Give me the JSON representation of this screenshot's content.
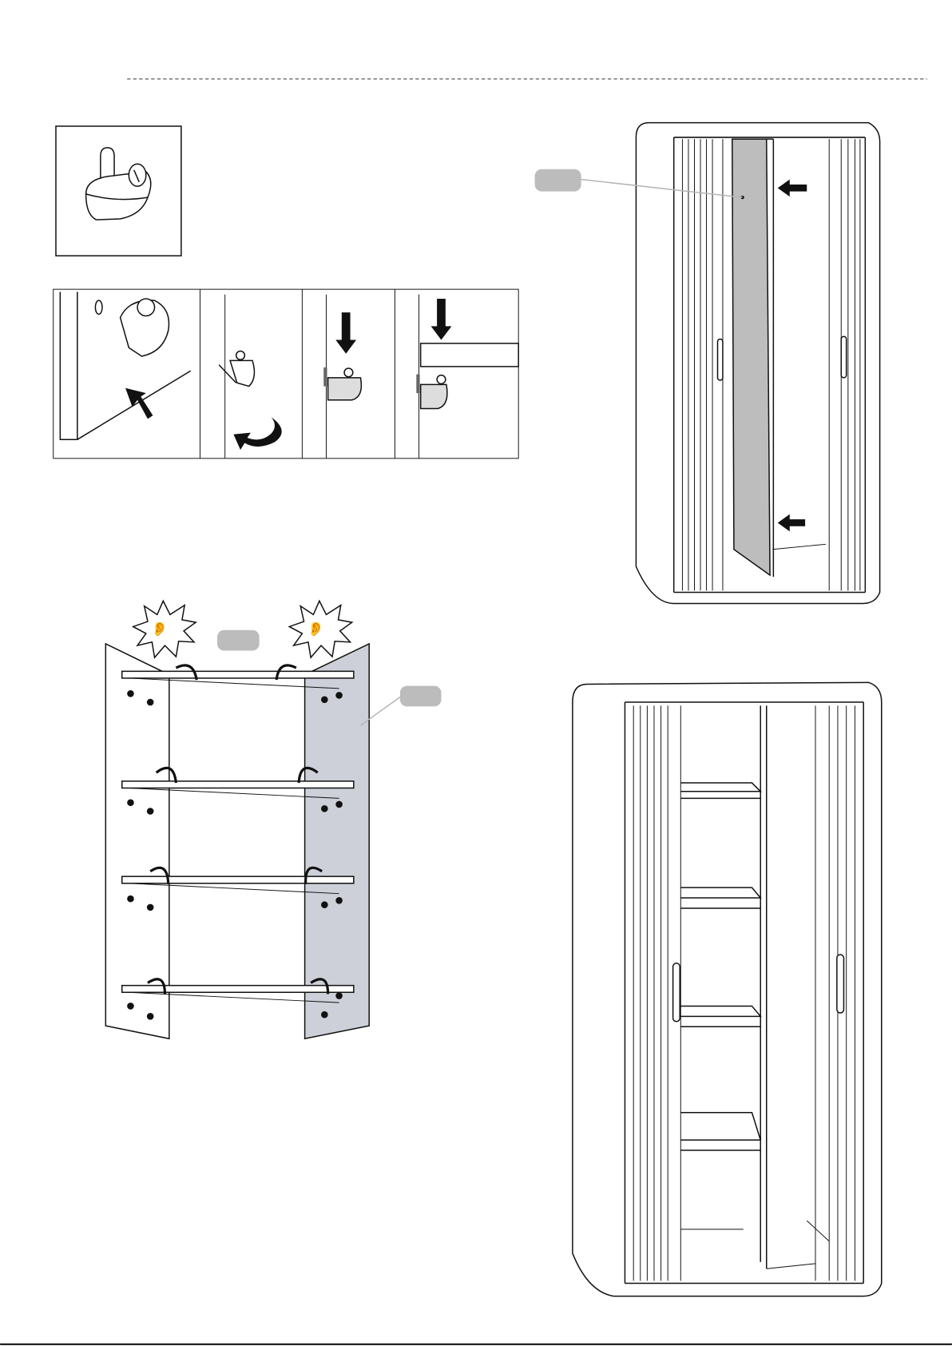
{
  "page": {
    "colors": {
      "line": "#111111",
      "callout_pill": "#bcbcbc",
      "panel_gray": "#bdbdbd",
      "panel_blue_gray": "#cdd0d8",
      "leader_line": "#b5b5b5"
    },
    "figures": [
      {
        "id": "hook-detail",
        "icon": "shelf-hook-icon"
      },
      {
        "id": "hook-install-steps",
        "steps": 4
      },
      {
        "id": "divider-panel-insert",
        "callout": "pill-label",
        "arrows": 2
      },
      {
        "id": "shelf-click-assembly",
        "shelves": 4,
        "sound_icon": "ear-click-icon"
      },
      {
        "id": "finished-cabinet",
        "shelves": 4
      }
    ]
  }
}
